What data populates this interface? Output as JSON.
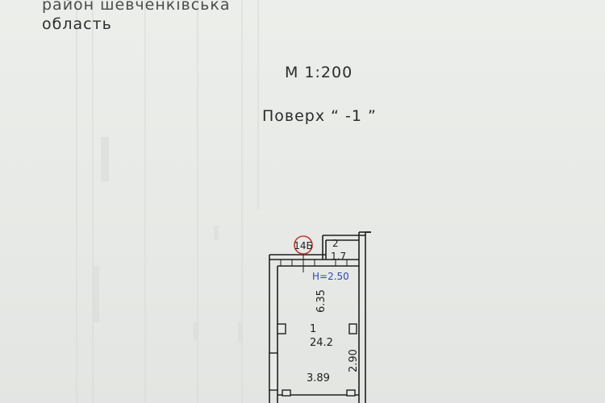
{
  "header": {
    "line1": "район шевченківська",
    "line2": "область"
  },
  "scale": "М 1:200",
  "floor": "Поверх “ -1 ”",
  "plan": {
    "marker": "14Б",
    "room2_number": "2",
    "room2_area": "1.7",
    "height_label": "Н=2.50",
    "room1_length": "6.35",
    "room1_number": "1",
    "room1_area": "24.2",
    "room1_side": "2.90",
    "room1_width": "3.89"
  },
  "colors": {
    "marker": "#c0392b",
    "height_label": "#2c48b8",
    "ink": "#1f1f1f"
  }
}
